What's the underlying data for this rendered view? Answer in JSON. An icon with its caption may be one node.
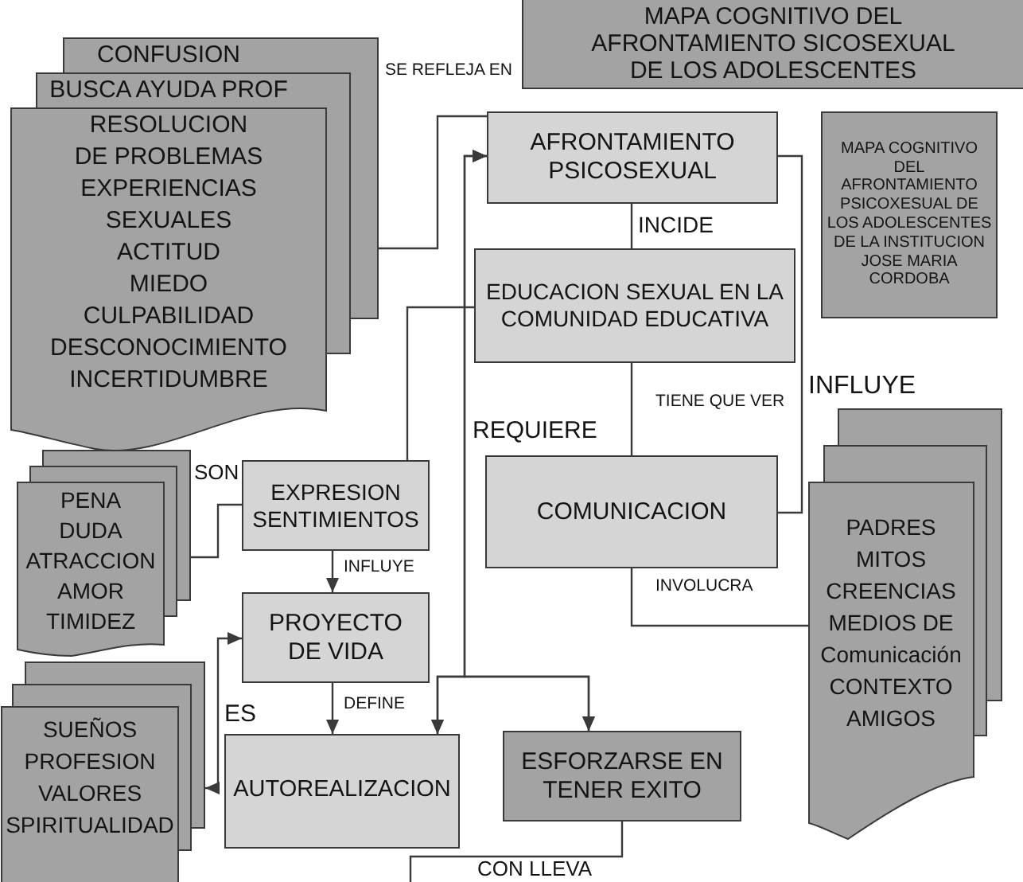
{
  "diagram": {
    "title": "MAPA COGNITIVO DEL AFRONTAMIENTO SICOSEXUAL DE LOS ADOLESCENTES",
    "nodes": [
      {
        "text": [
          "CONFUSION",
          "BUSCA AYUDA PROF",
          "RESOLUCION DE PROBLEMAS",
          "EXPERIENCIAS SEXUALES",
          "ACTITUD",
          "MIEDO",
          "CULPABILIDAD",
          "DESCONOCIMIENTO",
          "INCERTIDUMBRE"
        ]
      },
      {
        "text": [
          "AFRONTAMIENTO PSICOSEXUAL"
        ]
      },
      {
        "text": [
          "MAPA COGNITIVO DEL AFRONTAMIENTO PSICOXESUAL DE LOS ADOLESCENTES DE LA INSTITUCION JOSE MARIA CORDOBA"
        ]
      },
      {
        "text": [
          "EDUCACION SEXUAL EN LA COMUNIDAD EDUCATIVA"
        ]
      },
      {
        "text": [
          "COMUNICACION"
        ]
      },
      {
        "text": [
          "PADRES",
          "MITOS",
          "CREENCIAS",
          "MEDIOS DE Comunicación",
          "CONTEXTO",
          "AMIGOS"
        ]
      },
      {
        "text": [
          "PENA",
          "DUDA",
          "ATRACCION",
          "AMOR",
          "TIMIDEZ"
        ]
      },
      {
        "text": [
          "EXPRESION SENTIMIENTOS"
        ]
      },
      {
        "text": [
          "PROYECTO DE VIDA"
        ]
      },
      {
        "text": [
          "SUEÑOS",
          "PROFESION",
          "VALORES",
          "SPIRITUALIDAD"
        ]
      },
      {
        "text": [
          "AUTOREALIZACION"
        ]
      },
      {
        "text": [
          "ESFORZARSE EN TENER EXITO"
        ]
      }
    ],
    "edges": [
      {
        "from": 0,
        "to": 1,
        "arrow": "none",
        "label": "SE REFLEJA EN"
      },
      {
        "from": 1,
        "to": 3,
        "arrow": "none",
        "label": "INCIDE"
      },
      {
        "from": 1,
        "to": 4,
        "arrow": "none",
        "label": "INFLUYE"
      },
      {
        "from": 3,
        "to": 4,
        "arrow": "none",
        "label": "TIENE QUE VER"
      },
      {
        "from": 4,
        "to": 5,
        "arrow": "none",
        "label": "INVOLUCRA"
      },
      {
        "from": 3,
        "to": 7,
        "arrow": "none"
      },
      {
        "from": 1,
        "to": 11,
        "arrow": "both",
        "label": "REQUIERE"
      },
      {
        "from": 10,
        "to": 1,
        "arrow": "both"
      },
      {
        "from": 10,
        "to": 11,
        "arrow": "both"
      },
      {
        "from": 7,
        "to": 8,
        "arrow": "to",
        "label": "INFLUYE"
      },
      {
        "from": 8,
        "to": 10,
        "arrow": "to",
        "label": "DEFINE"
      },
      {
        "from": 6,
        "to": 7,
        "arrow": "none",
        "label": "SON"
      },
      {
        "from": 8,
        "to": 9,
        "arrow": "both",
        "label": "ES"
      },
      {
        "from": 11,
        "to": null,
        "arrow": "none",
        "label": "CON LLEVA"
      }
    ]
  }
}
